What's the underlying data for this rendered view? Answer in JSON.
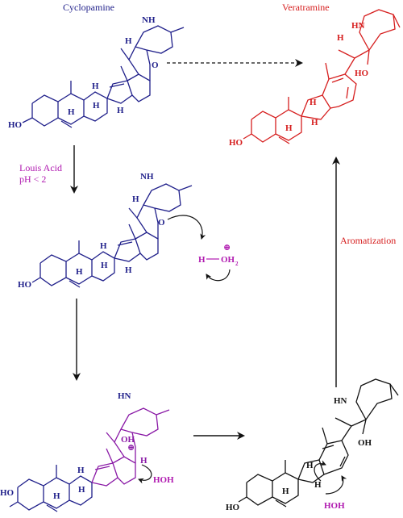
{
  "colors": {
    "cyclopamine": "#1f1f8a",
    "veratramine": "#d61e1e",
    "reagent": "#b01ab0",
    "intermediate": "#8a1aa6",
    "arrow": "#111111"
  },
  "labels": {
    "cyclopamine": "Cyclopamine",
    "veratramine": "Veratramine",
    "acid_line1": "Louis Acid",
    "acid_line2": "pH < 2",
    "aromatization": "Aromatization"
  },
  "atoms": {
    "nh": "NH",
    "hn": "HN",
    "ho": "HO",
    "oh": "OH",
    "o": "O",
    "h": "H",
    "hoh": "HOH",
    "oh2": "OH",
    "oh2_sub": "2",
    "plus": "⊕"
  }
}
